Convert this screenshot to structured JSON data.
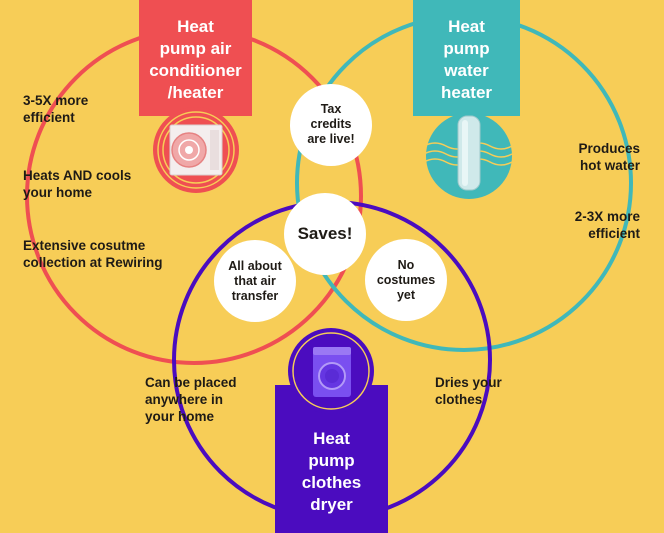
{
  "colors": {
    "background": "#f7cd57",
    "red": "#ef4f52",
    "teal": "#40b8b9",
    "purple": "#4b0cbf",
    "white": "#ffffff",
    "text": "#1f1b16"
  },
  "sets": {
    "air_conditioner": {
      "title": "Heat\npump air\nconditioner\n/heater",
      "icon": "air-conditioner-unit-icon"
    },
    "water_heater": {
      "title": "Heat\npump\nwater\nheater",
      "icon": "water-heater-tank-icon"
    },
    "clothes_dryer": {
      "title": "Heat\npump\nclothes\ndryer",
      "icon": "clothes-dryer-icon"
    }
  },
  "labels": {
    "ac_efficiency": "3-5X more\nefficient",
    "ac_heats_cools": "Heats AND cools\nyour home",
    "ac_costume": "Extensive cosutme\ncollection at Rewiring",
    "wh_hot_water": "Produces\nhot water",
    "wh_efficiency": "2-3X more\nefficient",
    "dryer_placed": "Can be placed\nanywhere in\nyour home",
    "dryer_dries": "Dries your\nclothes"
  },
  "intersections": {
    "tax_credits": "Tax\ncredits\nare live!",
    "saves": "Saves!",
    "air_transfer": "All about\nthat air\ntransfer",
    "no_costumes": "No\ncostumes\nyet"
  }
}
